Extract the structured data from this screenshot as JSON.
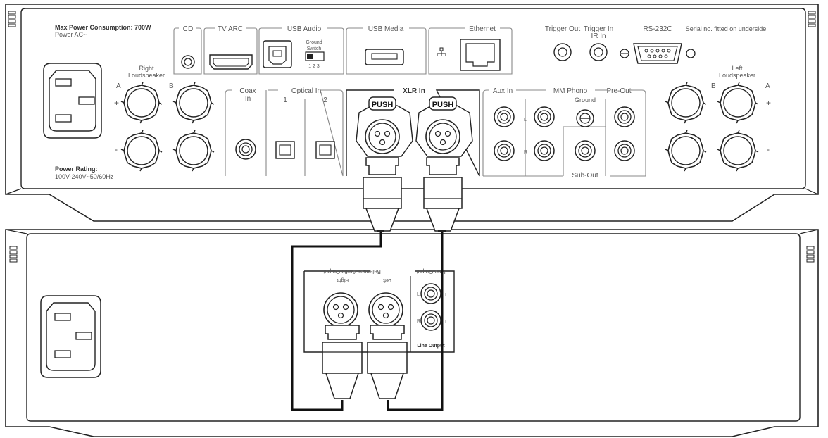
{
  "upper_unit": {
    "max_power": "Max Power Consumption: 700W",
    "power_ac": "Power AC~",
    "power_rating_title": "Power Rating:",
    "power_rating_value": "100V-240V~50/60Hz",
    "right_loudspeaker": [
      "Right",
      "Loudspeaker"
    ],
    "left_loudspeaker": [
      "Left",
      "Loudspeaker"
    ],
    "terminal_a": "A",
    "terminal_b": "B",
    "plus": "+",
    "minus": "-",
    "cd": "CD",
    "tv_arc": "TV ARC",
    "usb_audio": "USB Audio",
    "ground_switch": [
      "Ground",
      "Switch"
    ],
    "switch_positions": "1  2  3",
    "usb_media": "USB Media",
    "ethernet": "Ethernet",
    "trigger_out": "Trigger Out",
    "trigger_in": "Trigger In",
    "ir_in": "IR In",
    "rs232c": "RS-232C",
    "serial_note": "Serial no. fitted on underside",
    "coax_in": [
      "Coax",
      "In"
    ],
    "optical_in": "Optical In",
    "optical_1": "1",
    "optical_2": "2",
    "xlr_in": "XLR In",
    "push": "PUSH",
    "aux_in": "Aux In",
    "mm_phono": "MM Phono",
    "ground": "Ground",
    "pre_out": "Pre-Out",
    "sub_out": "Sub-Out",
    "ch_l": "L",
    "ch_r": "R"
  },
  "lower_unit": {
    "balanced_audio_output": "Balanced Audio Output",
    "line_output_top": "Line Output",
    "right": "Right",
    "left": "Left",
    "ch_l": "L",
    "ch_r": "R",
    "line_output_bottom": "Line Output"
  },
  "colors": {
    "outline": "#222222",
    "panel": "#ffffff",
    "label": "#555555",
    "cable": "#111111"
  }
}
